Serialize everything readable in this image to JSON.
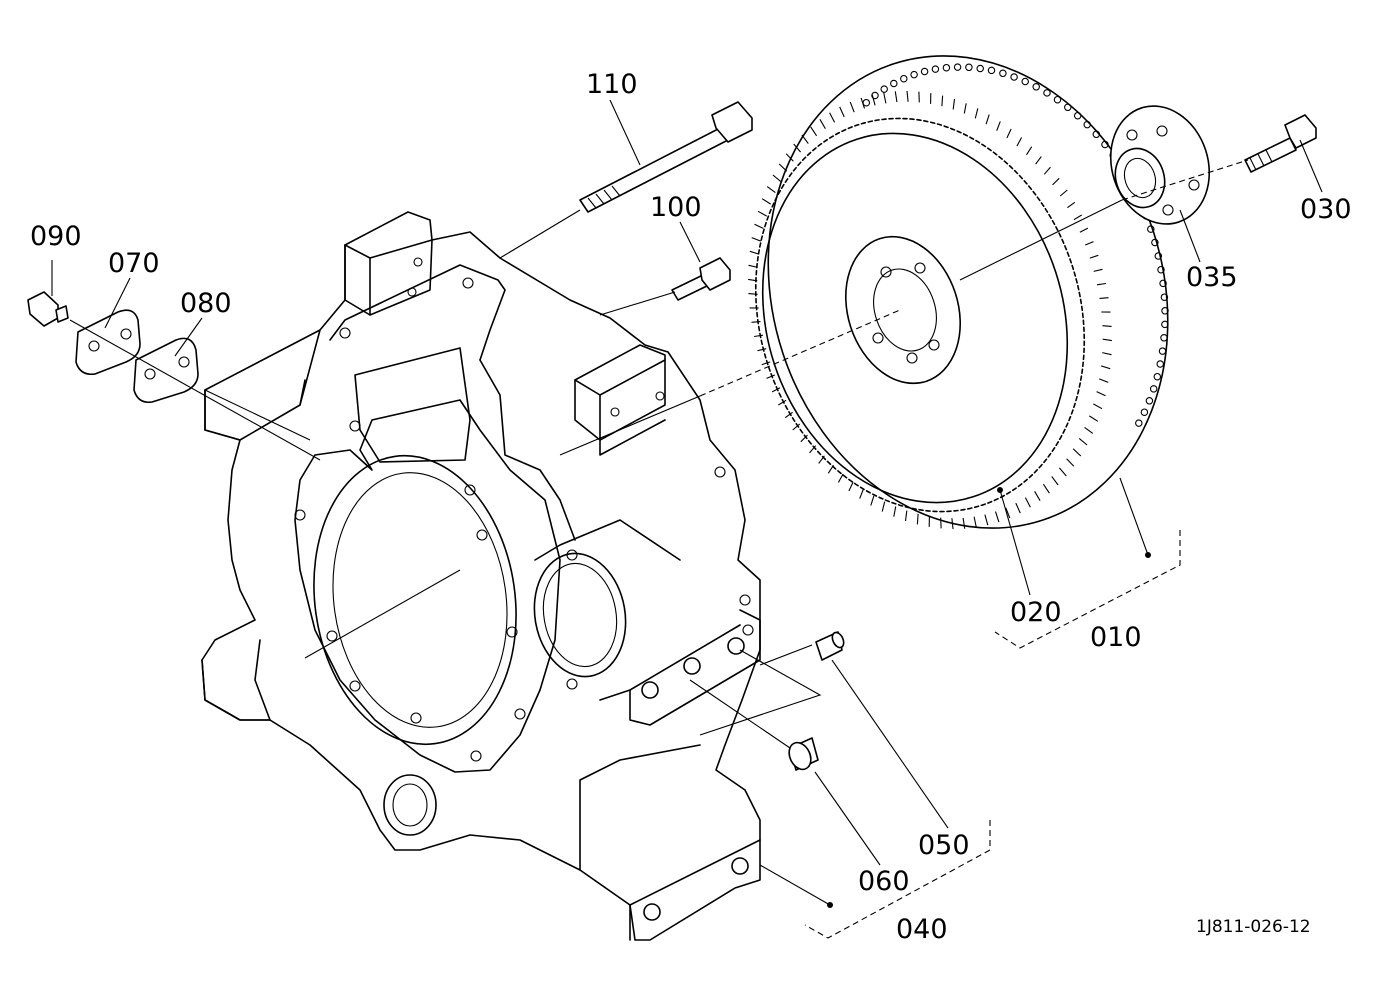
{
  "diagram": {
    "drawing_code": "1J811-026-12",
    "parts": [
      {
        "id": "flywheel-assy",
        "label": "010"
      },
      {
        "id": "flywheel",
        "label": "020"
      },
      {
        "id": "bolt-flywheel",
        "label": "030"
      },
      {
        "id": "coupling-hub",
        "label": "035"
      },
      {
        "id": "housing-assy",
        "label": "040"
      },
      {
        "id": "pin",
        "label": "050"
      },
      {
        "id": "plug",
        "label": "060"
      },
      {
        "id": "cover",
        "label": "070"
      },
      {
        "id": "gasket",
        "label": "080"
      },
      {
        "id": "bolt-cover",
        "label": "090"
      },
      {
        "id": "bolt-small",
        "label": "100"
      },
      {
        "id": "bolt-long",
        "label": "110"
      }
    ]
  }
}
